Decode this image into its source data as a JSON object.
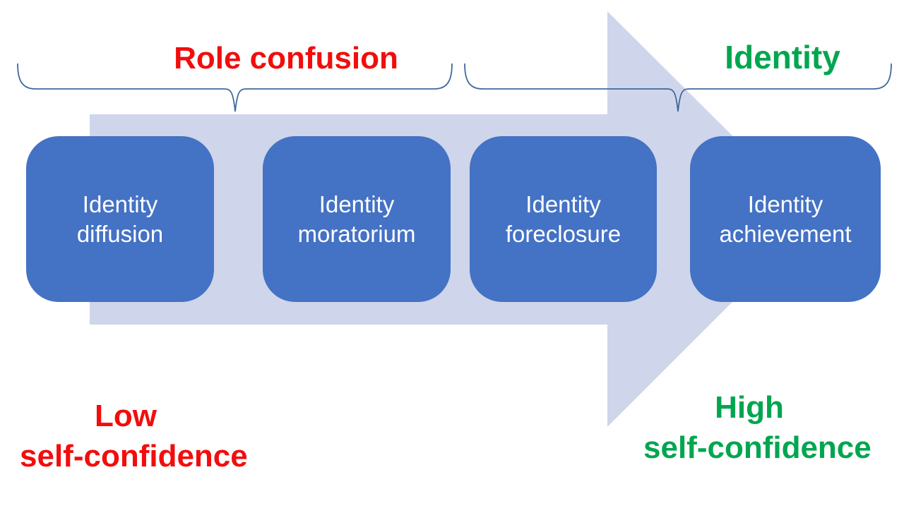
{
  "slide": {
    "top_labels": {
      "role_confusion": "Role confusion",
      "identity": "Identity"
    },
    "stages": [
      {
        "label": "Identity diffusion"
      },
      {
        "label": "Identity moratorium"
      },
      {
        "label": "Identity foreclosure"
      },
      {
        "label": "Identity achievement"
      }
    ],
    "bottom_labels": {
      "low": {
        "line1": "Low",
        "line2": "self-confidence"
      },
      "high": {
        "line1": "High",
        "line2": "self-confidence"
      }
    },
    "colors": {
      "red": "#f20d0d",
      "green": "#00a64f",
      "box_blue": "#4472c4",
      "box_text": "#ffffff",
      "arrow_fill": "#cfd5ea",
      "brace_stroke": "#41689c"
    }
  }
}
